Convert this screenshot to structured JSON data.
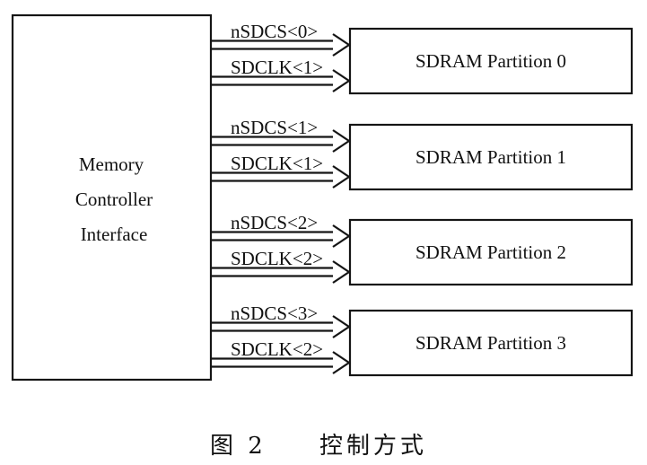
{
  "controller": {
    "lines": [
      "Memory",
      "Controller",
      "Interface"
    ]
  },
  "partitions": [
    {
      "label": "SDRAM Partition 0",
      "signals": [
        "nSDCS<0>",
        "SDCLK<1>"
      ]
    },
    {
      "label": "SDRAM Partition 1",
      "signals": [
        "nSDCS<1>",
        "SDCLK<1>"
      ]
    },
    {
      "label": "SDRAM Partition 2",
      "signals": [
        "nSDCS<2>",
        "SDCLK<2>"
      ]
    },
    {
      "label": "SDRAM Partition 3",
      "signals": [
        "nSDCS<3>",
        "SDCLK<2>"
      ]
    }
  ],
  "caption": {
    "figure": "图 2",
    "title": "控制方式"
  }
}
